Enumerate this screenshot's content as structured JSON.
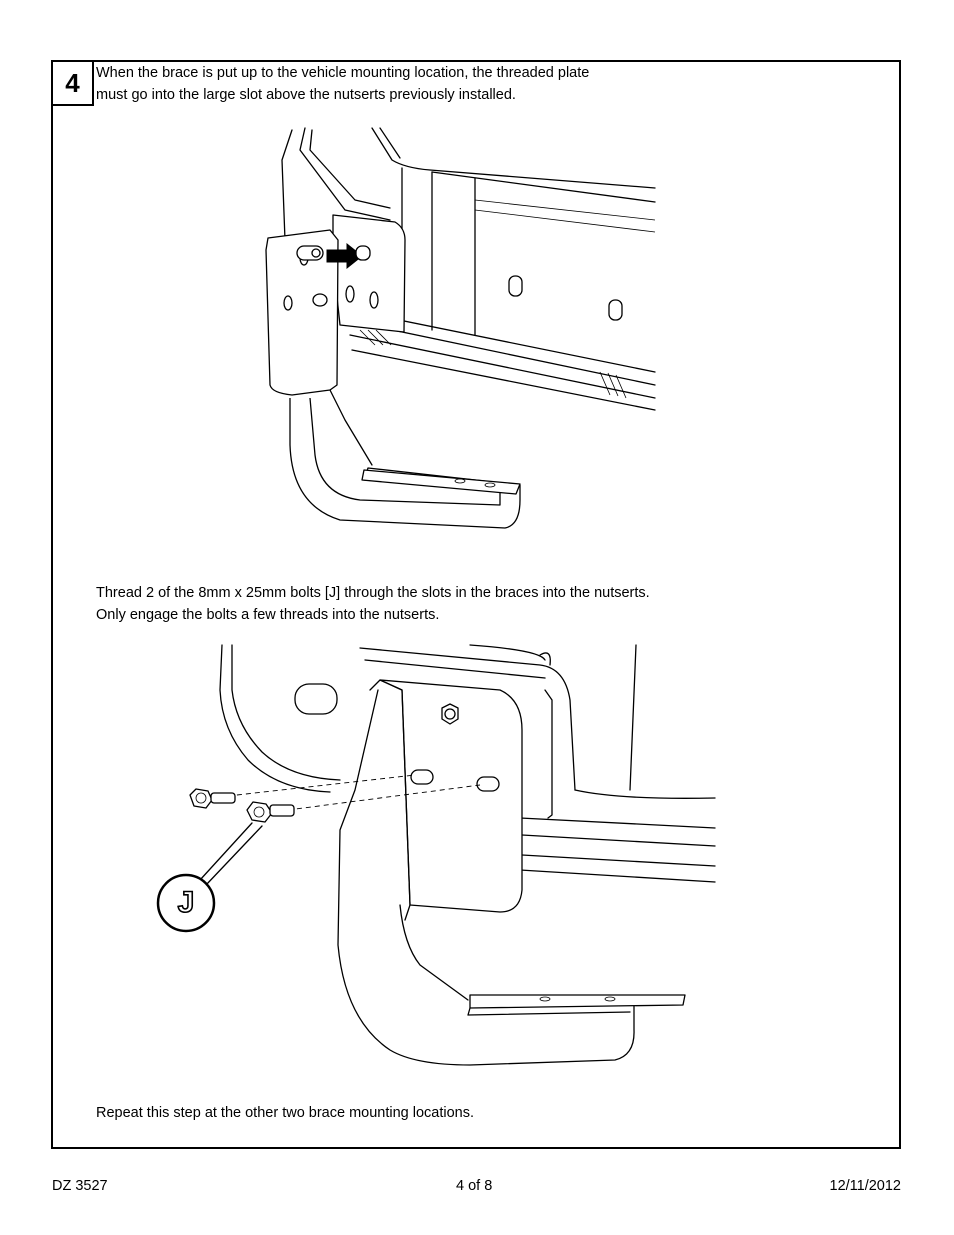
{
  "step": {
    "number": "4",
    "intro_line1": "When the brace is put up to the vehicle mounting location, the threaded plate",
    "intro_line2": "must go into the large slot above the nutserts previously installed.",
    "bolt_line1": "Thread 2 of the 8mm x 25mm bolts [J] through the slots in the braces into the nutserts.",
    "bolt_line2": "Only engage the bolts a few threads into the nutserts.",
    "repeat_line": "Repeat this step at the other two brace mounting locations."
  },
  "callout": {
    "label": "J"
  },
  "footer": {
    "doc_id": "DZ 3527",
    "page": "4 of 8",
    "date": "12/11/2012"
  }
}
